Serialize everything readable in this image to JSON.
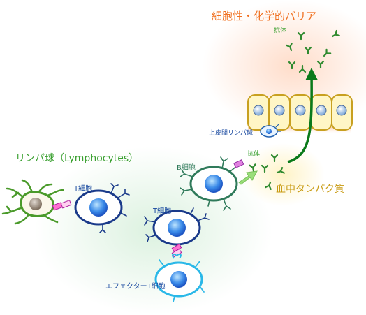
{
  "labels": {
    "barrier_title": "細胞性・化学的バリア",
    "lymphocytes": "リンパ球（Lymphocytes）",
    "plasma_proteins": "血中タンパク質",
    "antibody_top": "抗体",
    "antibody_mid": "抗体",
    "iel": "上皮間リンパ球",
    "b_cell": "B細胞",
    "t_cell_1": "T細胞",
    "t_cell_2": "T細胞",
    "effector_t_cell": "エフェクターT細胞"
  },
  "colors": {
    "barrier_title": "#f07020",
    "green_text": "#3aa030",
    "plasma_text": "#c89a10",
    "blue_text": "#1a4aa0",
    "t_cell": "#1a3a8a",
    "b_cell": "#2f7a5a",
    "effector_cell": "#2ab8e8",
    "antibody": "#2f8a2f",
    "arrow": "#0a7a1a",
    "epithelium_fill": "#fff6c6",
    "epithelium_stroke": "#c8a020",
    "dendritic_cell": "#4a9a2a",
    "synapse": "#e040c0"
  },
  "icons": {
    "antibody": "y-shaped-antibody-icon",
    "nucleus": "cell-nucleus-icon"
  }
}
